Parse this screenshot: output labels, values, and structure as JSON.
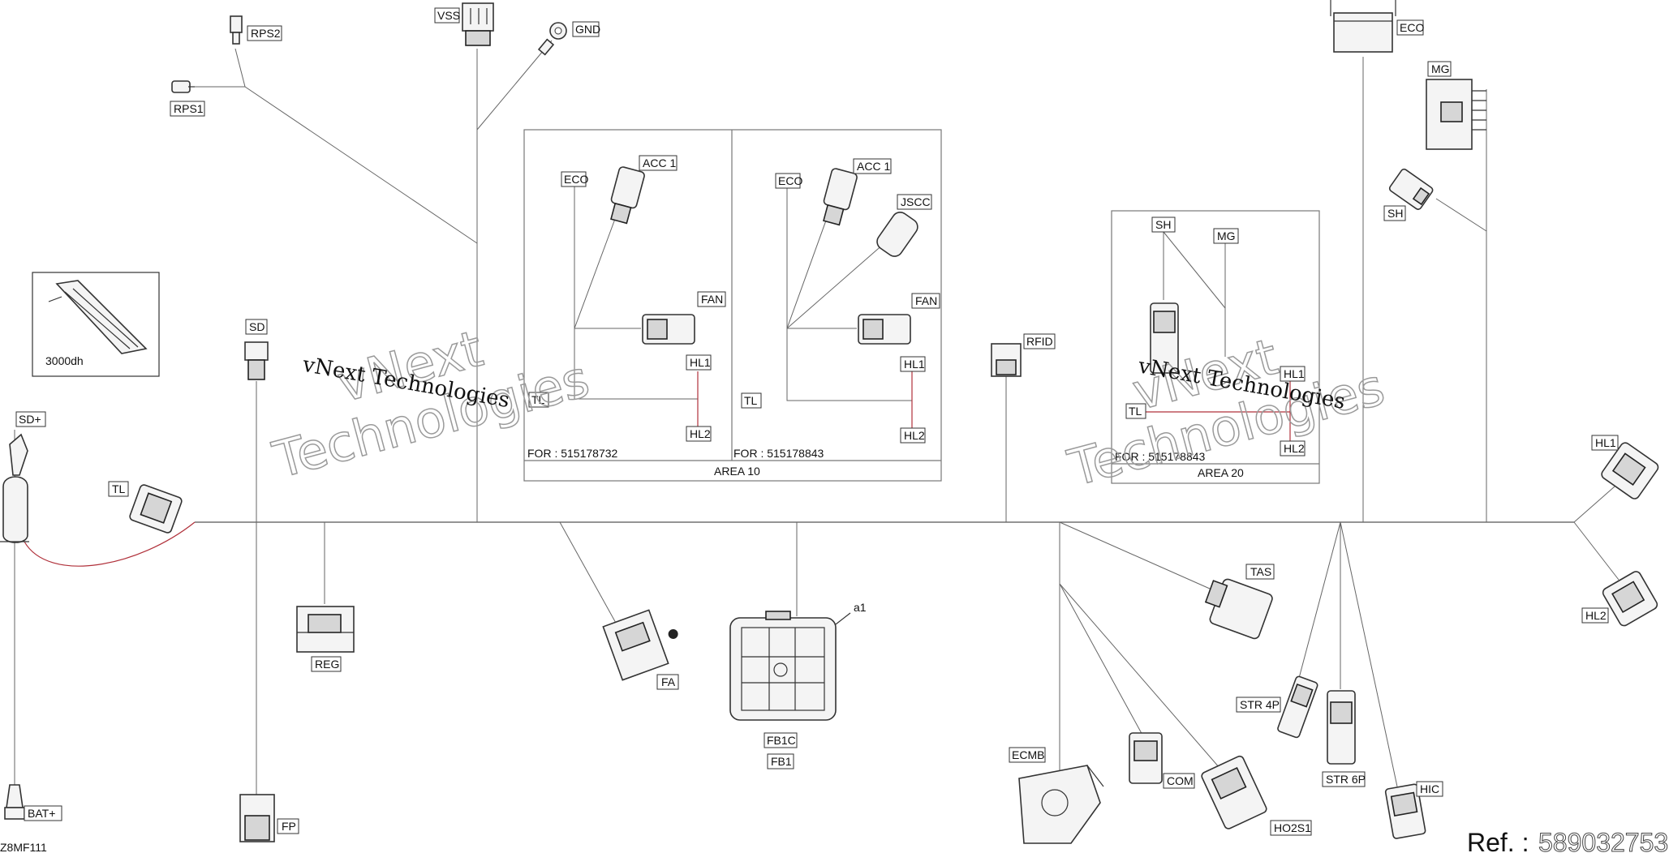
{
  "diagram": {
    "labels": {
      "rps2": "RPS2",
      "rps1": "RPS1",
      "vss": "VSS",
      "gnd": "GND",
      "eco_top": "ECO",
      "mg_top": "MG",
      "sh_right": "SH",
      "sd": "SD",
      "sd_plus": "SD+",
      "tl_left": "TL",
      "bat_plus": "BAT+",
      "fp": "FP",
      "reg": "REG",
      "fa": "FA",
      "fb1c": "FB1C",
      "fb1": "FB1",
      "a1": "a1",
      "rfid": "RFID",
      "tas": "TAS",
      "ecmb": "ECMB",
      "com": "COM",
      "ho2s1": "HO2S1",
      "str4p": "STR 4P",
      "str6p": "STR 6P",
      "hic": "HIC",
      "hl1_right": "HL1",
      "hl2_right": "HL2"
    },
    "inset": {
      "caption": "3000dh"
    },
    "area10": {
      "title": "AREA 10",
      "left": {
        "eco": "ECO",
        "acc1": "ACC 1",
        "fan": "FAN",
        "hl1": "HL1",
        "hl2": "HL2",
        "tl": "TL",
        "for": "FOR : 515178732"
      },
      "right": {
        "eco": "ECO",
        "acc1": "ACC 1",
        "jscc": "JSCC",
        "fan": "FAN",
        "hl1": "HL1",
        "hl2": "HL2",
        "tl": "TL",
        "for": "FOR : 515178843"
      }
    },
    "area20": {
      "title": "AREA 20",
      "sh": "SH",
      "mg": "MG",
      "hl1": "HL1",
      "hl2": "HL2",
      "tl": "TL",
      "for": "FOR : 515178843"
    },
    "watermarks": [
      {
        "name": "vNext",
        "line1": "vNext",
        "line2": "Technologies",
        "caption": "vNext Technologies"
      },
      {
        "name": "vNext",
        "line1": "vNext",
        "line2": "Technologies",
        "caption": "vNext Technologies"
      }
    ],
    "corner_code": "Z8MF111",
    "ref_label": "Ref. :",
    "ref_number": "589032753"
  }
}
